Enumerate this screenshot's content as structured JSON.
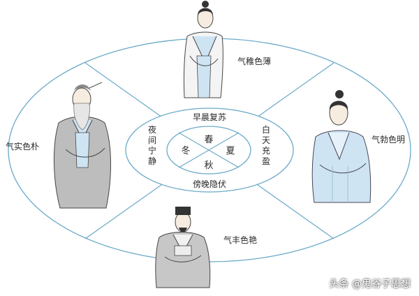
{
  "center": {
    "spring": "春",
    "summer": "夏",
    "autumn": "秋",
    "winter": "冬"
  },
  "ring": {
    "top": "早晨复苏",
    "right": "白天充盈",
    "bottom": "傍晚隐伏",
    "left": "夜间宁静"
  },
  "figures": {
    "top": "气稚色薄",
    "right": "气勃色明",
    "bottom": "气丰色艳",
    "left": "气实色朴"
  },
  "watermark": "头条 @鬼谷子思想",
  "colors": {
    "line": "#6aa9c8",
    "robe_light": "#cfe4f3",
    "robe_gray": "#b9b9b9",
    "hair": "#333333"
  }
}
